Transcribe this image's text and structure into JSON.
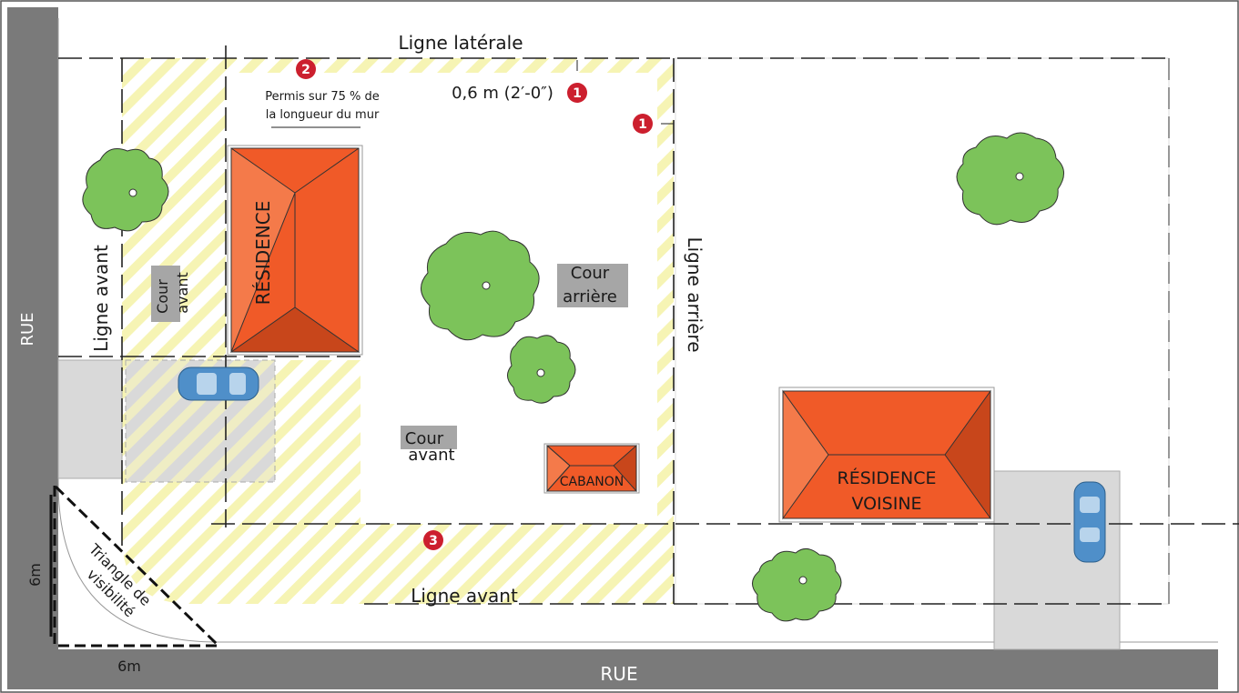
{
  "streets": {
    "left": "RUE",
    "bottom": "RUE"
  },
  "lot_lines": {
    "top": "Ligne latérale",
    "front_left": "Ligne avant",
    "rear": "Ligne arrière",
    "front_bottom": "Ligne avant"
  },
  "yards": {
    "front_left_1": "Cour",
    "front_left_2": "avant",
    "rear_1": "Cour",
    "rear_2": "arrière",
    "front_center_1": "Cour",
    "front_center_2": "avant"
  },
  "buildings": {
    "residence": "RÉSIDENCE",
    "shed": "CABANON",
    "neighbor_1": "RÉSIDENCE",
    "neighbor_2": "VOISINE"
  },
  "annotations": {
    "setback": "0,6 m (2′-0″)",
    "permit_1": "Permis sur 75 % de",
    "permit_2": "la longueur du mur",
    "triangle_1": "Triangle de",
    "triangle_2": "visibilité",
    "dim_vertical": "6m",
    "dim_horizontal": "6m"
  },
  "markers": {
    "one": "1",
    "two": "2",
    "three": "3"
  },
  "colors": {
    "road": "#7a7a7a",
    "roof": "#f05a28",
    "roof_light": "#f47a4a",
    "roof_dark": "#c8461b",
    "hatch": "#f6f4b4",
    "tree": "#7cc35a",
    "marker": "#cc1f2e",
    "label_box": "#a6a6a6",
    "driveway": "#d9d9d9",
    "car": "#4f8fc9"
  }
}
